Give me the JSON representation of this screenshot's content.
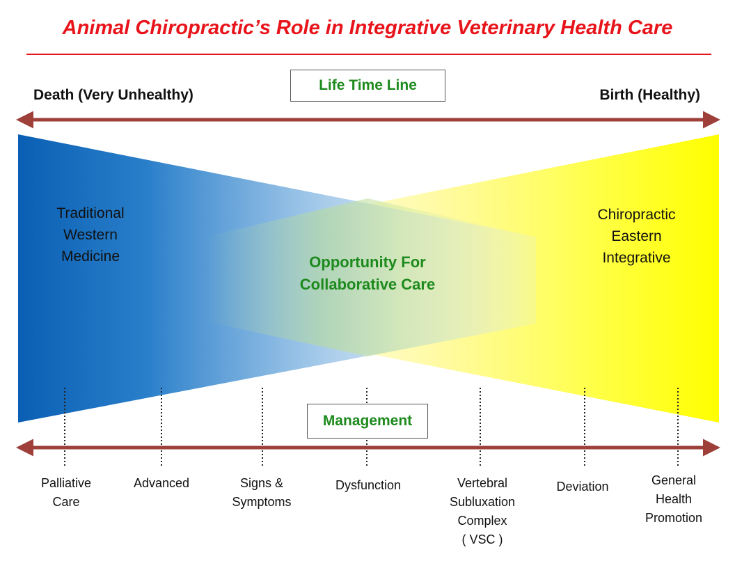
{
  "title": "Animal Chiropractic’s Role in Integrative Veterinary Health Care",
  "timeline": {
    "label": "Life Time Line",
    "left_end": "Death (Very Unhealthy)",
    "right_end": "Birth (Healthy)"
  },
  "regions": {
    "western": [
      "Traditional",
      "Western",
      "Medicine"
    ],
    "eastern": [
      "Chiropractic",
      "Eastern",
      "Integrative"
    ],
    "overlap": [
      "Opportunity For",
      "Collaborative Care"
    ]
  },
  "management": {
    "label": "Management",
    "stages": [
      [
        "Palliative",
        "Care"
      ],
      [
        "Advanced"
      ],
      [
        "Signs &",
        "Symptoms"
      ],
      [
        "Dysfunction"
      ],
      [
        "Vertebral",
        "Subluxation",
        "Complex",
        "( VSC )"
      ],
      [
        "Deviation"
      ],
      [
        "General",
        "Health",
        "Promotion"
      ]
    ]
  },
  "colors": {
    "title": "#e8141b",
    "arrow": "#9e3f3a",
    "western_blue": "#0a5fb4",
    "eastern_yellow": "#ffff00",
    "label_green": "#1d8a1d"
  }
}
